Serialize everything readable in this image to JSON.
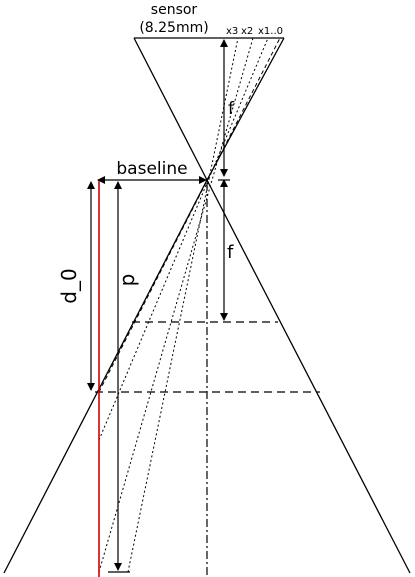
{
  "labels": {
    "sensor": "sensor",
    "sensor_size": "(8.25mm)",
    "x3": "x3",
    "x2": "x2",
    "x1": "x1..0",
    "f_upper": "f",
    "f_lower": "f",
    "baseline": "baseline",
    "d0": "d_0",
    "p": "p"
  },
  "colors": {
    "ink": "#000000",
    "laser": "#d00000"
  }
}
